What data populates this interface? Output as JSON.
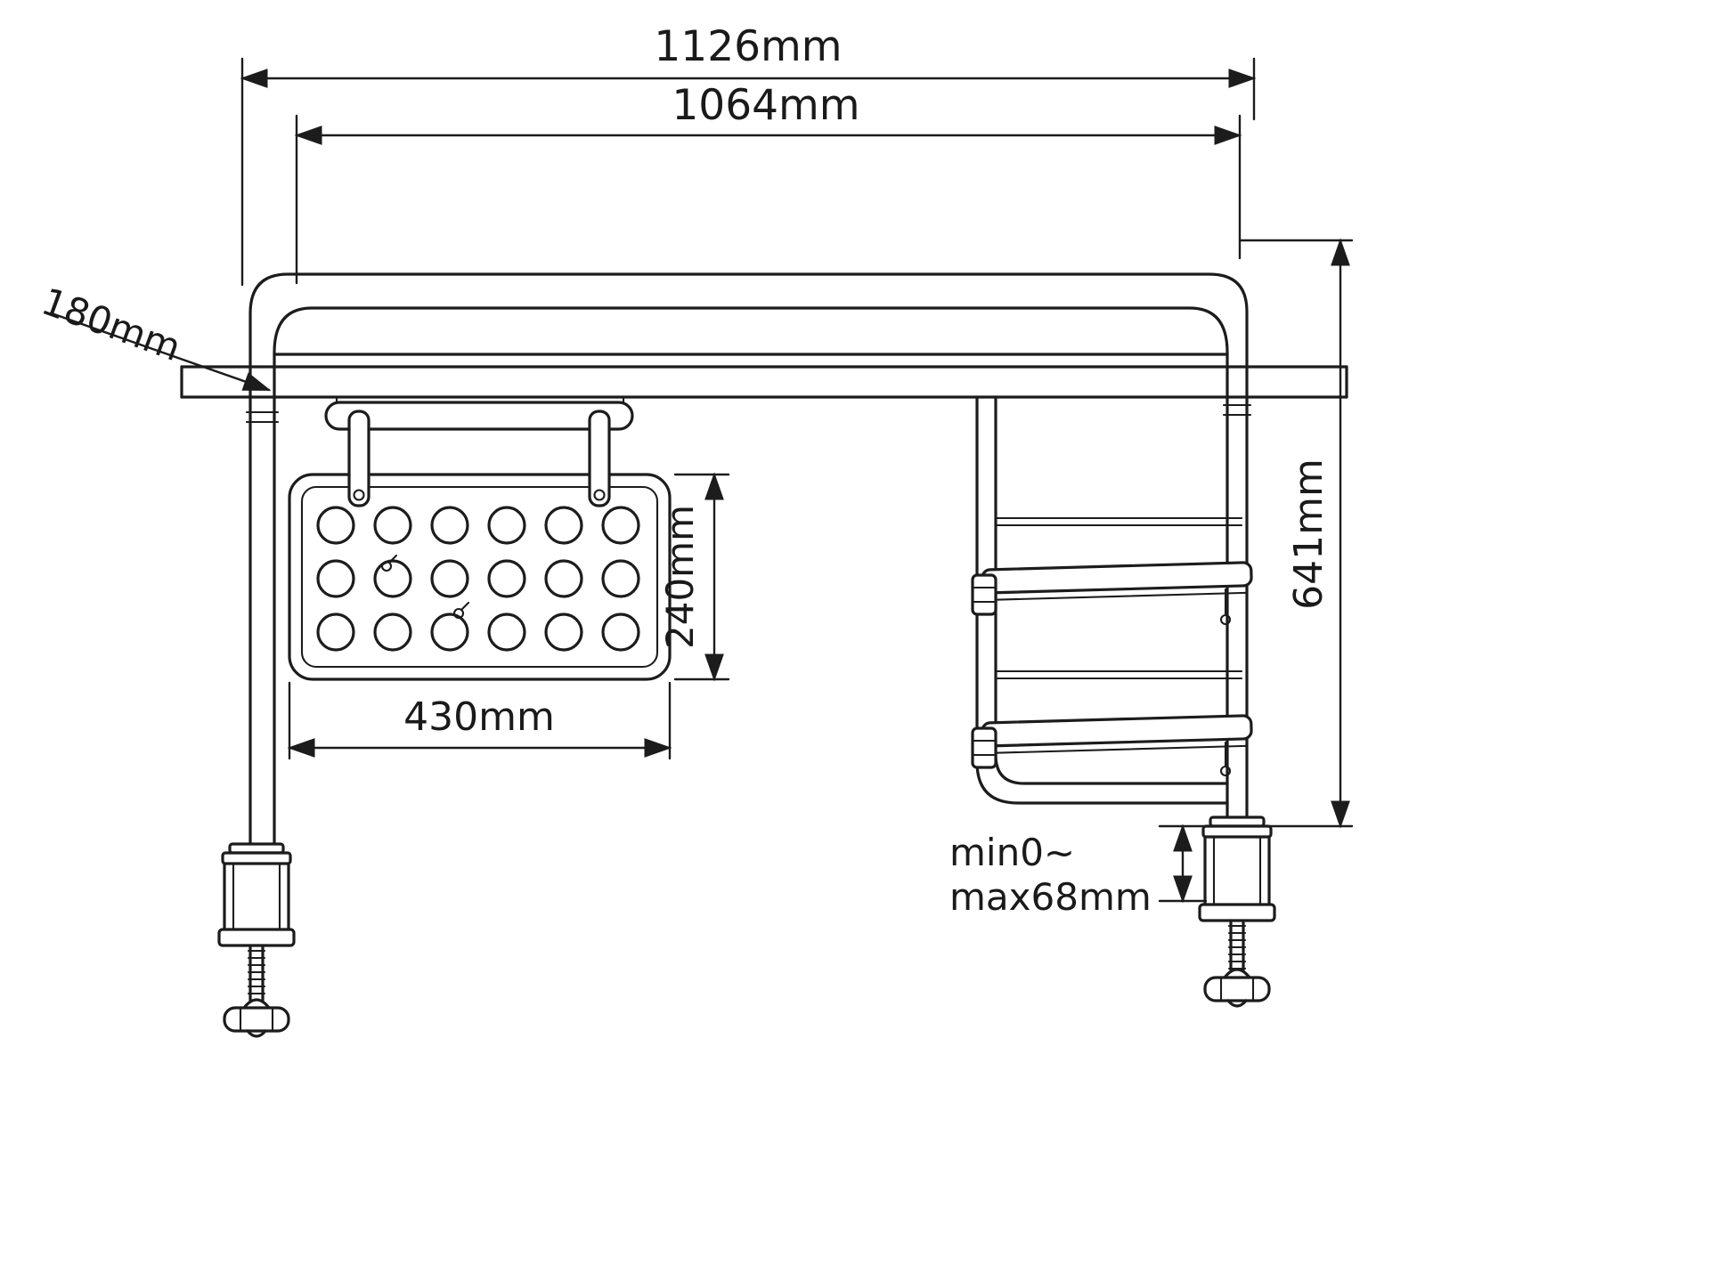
{
  "diagram": {
    "labels": {
      "overall_width": "1126mm",
      "inner_width": "1064mm",
      "shelf_depth": "180mm",
      "pegboard_height": "240mm",
      "pegboard_width": "430mm",
      "column_height": "641mm",
      "clamp_range_line1": "min0~",
      "clamp_range_line2": "max68mm"
    }
  }
}
